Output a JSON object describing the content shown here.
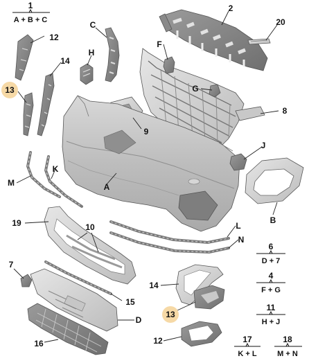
{
  "groups": [
    {
      "id": "1",
      "formula": "A + B + C"
    },
    {
      "id": "6",
      "formula": "D + 7"
    },
    {
      "id": "4",
      "formula": "F + G"
    },
    {
      "id": "11",
      "formula": "H + J"
    },
    {
      "id": "17",
      "formula": "K + L"
    },
    {
      "id": "18",
      "formula": "M + N"
    }
  ],
  "callouts": [
    "2",
    "20",
    "12",
    "C",
    "14",
    "F",
    "H",
    "13",
    "G",
    "8",
    "9",
    "K",
    "M",
    "A",
    "J",
    "B",
    "19",
    "10",
    "L",
    "N",
    "7",
    "15",
    "D",
    "16",
    "14",
    "13",
    "12"
  ],
  "highlight_color": "#f6d9a6"
}
